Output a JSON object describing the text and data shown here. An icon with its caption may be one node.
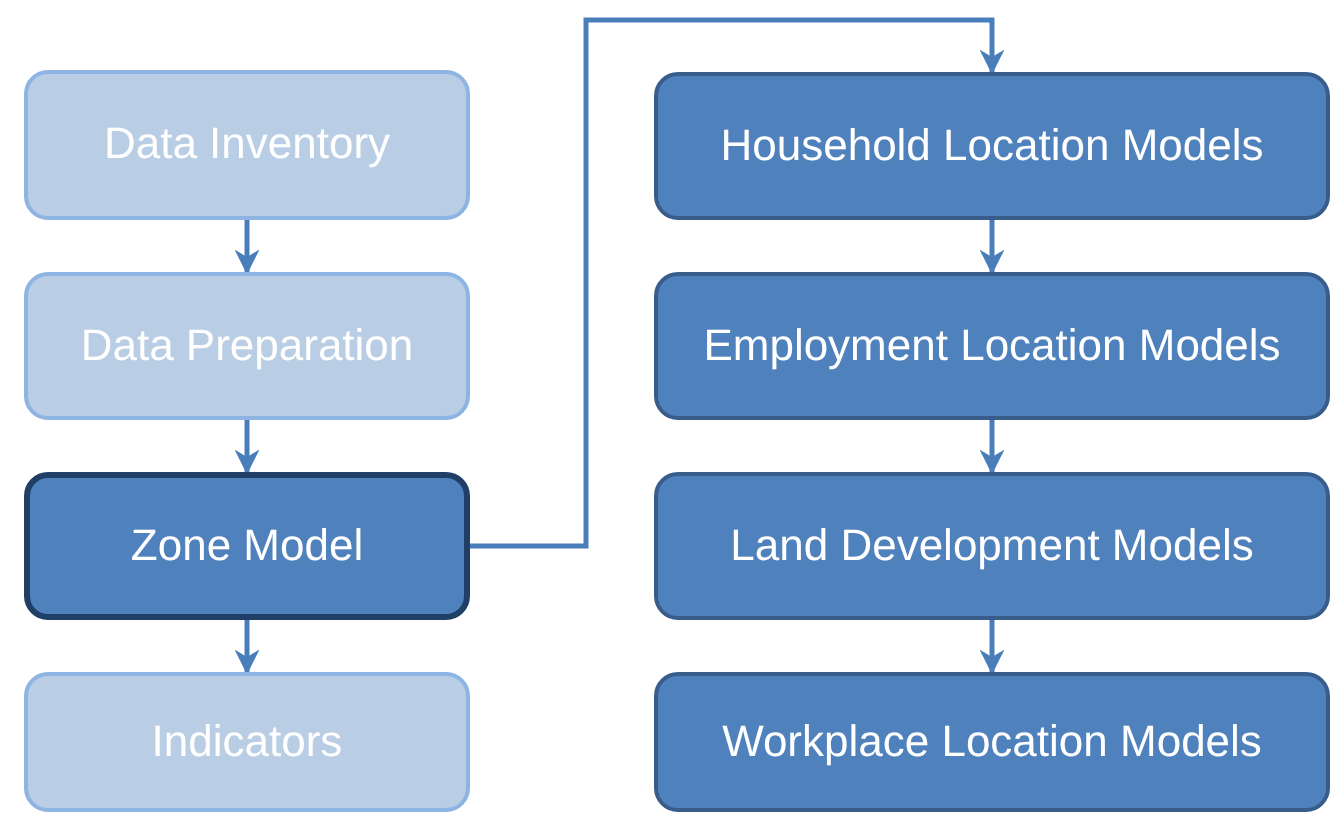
{
  "diagram": {
    "nodes": [
      {
        "text": [
          "Data Inventory"
        ]
      },
      {
        "text": [
          "Data Preparation"
        ]
      },
      {
        "text": [
          "Zone Model"
        ]
      },
      {
        "text": [
          "Indicators"
        ]
      },
      {
        "text": [
          "Household Location Models"
        ]
      },
      {
        "text": [
          "Employment Location Models"
        ]
      },
      {
        "text": [
          "Land Development Models"
        ]
      },
      {
        "text": [
          "Workplace Location Models"
        ]
      }
    ],
    "edges": [
      {
        "from": 0,
        "to": 1,
        "arrow": "to"
      },
      {
        "from": 1,
        "to": 2,
        "arrow": "to"
      },
      {
        "from": 2,
        "to": 3,
        "arrow": "to"
      },
      {
        "from": 2,
        "to": 4,
        "arrow": "to"
      },
      {
        "from": 4,
        "to": 5,
        "arrow": "to"
      },
      {
        "from": 5,
        "to": 6,
        "arrow": "to"
      },
      {
        "from": 6,
        "to": 7,
        "arrow": "to"
      }
    ]
  }
}
